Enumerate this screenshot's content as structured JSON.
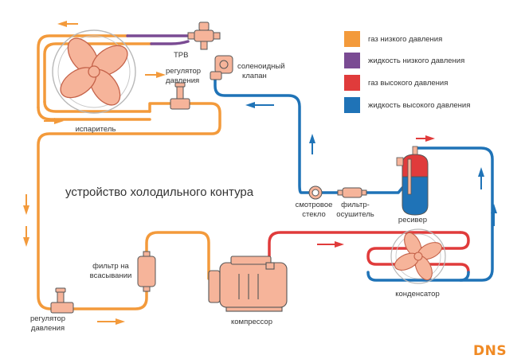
{
  "title": "устройство холодильного контура",
  "colors": {
    "low_pressure_gas": "#f39a3b",
    "low_pressure_liquid": "#7a4b93",
    "high_pressure_gas": "#e03b3b",
    "high_pressure_liquid": "#1f73b7",
    "fan": "#f6b49a"
  },
  "legend": [
    {
      "label": "газ низкого давления",
      "color": "#f39a3b"
    },
    {
      "label": "жидкость низкого давления",
      "color": "#7a4b93"
    },
    {
      "label": "газ высокого давления",
      "color": "#e03b3b"
    },
    {
      "label": "жидкость высокого давления",
      "color": "#1f73b7"
    }
  ],
  "components": {
    "evaporator": "испаритель",
    "trv": "ТРВ",
    "pressure_regulator_top_line1": "регулятор",
    "pressure_regulator_top_line2": "давления",
    "solenoid_valve_line1": "соленоидный",
    "solenoid_valve_line2": "клапан",
    "sight_glass_line1": "смотровое",
    "sight_glass_line2": "стекло",
    "filter_dryer_line1": "фильтр-",
    "filter_dryer_line2": "осушитель",
    "receiver": "ресивер",
    "suction_filter_line1": "фильтр на",
    "suction_filter_line2": "всасывании",
    "pressure_regulator_bottom_line1": "регулятор",
    "pressure_regulator_bottom_line2": "давления",
    "compressor": "компрессор",
    "condenser": "конденсатор"
  },
  "logo": "DNS"
}
